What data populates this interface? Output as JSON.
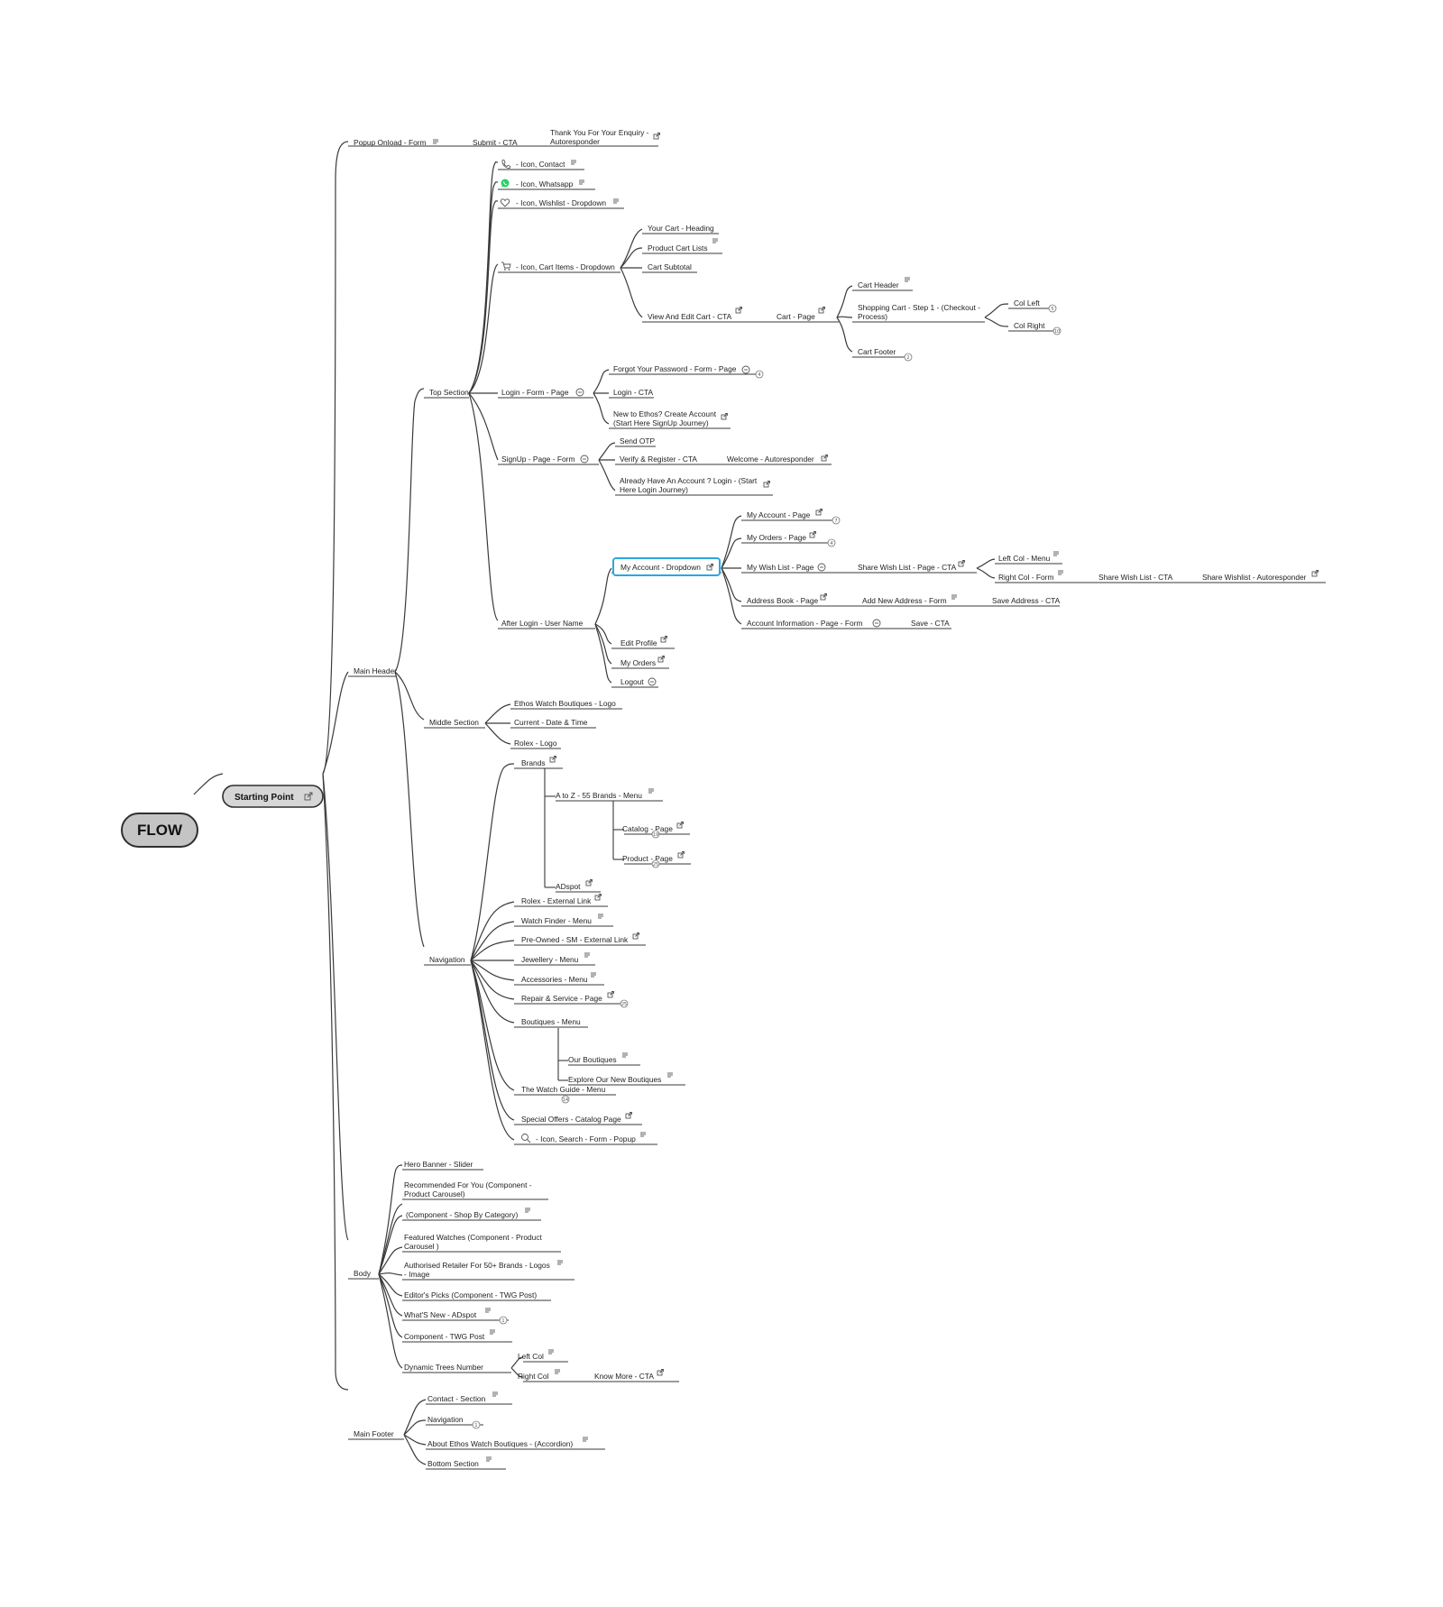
{
  "root": {
    "label": "FLOW"
  },
  "start": {
    "label": "Starting Point"
  },
  "nodes": {
    "popup": "Popup Onload - Form",
    "submit": "Submit - CTA",
    "thanks_1": "Thank You For Your Enquiry -",
    "thanks_2": "Autoresponder",
    "main_header": "Main Header",
    "top_section": "Top Section",
    "icon_contact": "- Icon, Contact",
    "icon_whatsapp": "- Icon, Whatsapp",
    "icon_wishlist": "- Icon, Wishlist - Dropdown",
    "icon_cart": "- Icon, Cart Items - Dropdown",
    "your_cart": "Your Cart - Heading",
    "product_cart": "Product Cart Lists",
    "cart_subtotal": "Cart Subtotal",
    "view_edit_cart": "View And Edit Cart - CTA",
    "cart_page": "Cart - Page",
    "cart_header": "Cart Header",
    "shopping_cart_1": "Shopping Cart - Step 1 - (Checkout -",
    "shopping_cart_2": "Process)",
    "col_left": "Col Left",
    "col_right": "Col Right",
    "cart_footer": "Cart Footer",
    "login_form": "Login - Form - Page",
    "forgot_pw": "Forgot Your Password - Form - Page",
    "login_cta": "Login - CTA",
    "new_ethos_1": "New to Ethos? Create Account",
    "new_ethos_2": "(Start Here SignUp Journey)",
    "signup": "SignUp - Page - Form",
    "send_otp": "Send OTP",
    "verify_register": "Verify & Register - CTA",
    "welcome": "Welcome - Autoresponder",
    "already_1": "Already Have An Account ? Login - (Start",
    "already_2": "Here Login Journey)",
    "after_login": "After Login - User Name",
    "my_account_dropdown": "My Account - Dropdown",
    "my_account_page": "My Account - Page",
    "my_orders_page": "My Orders - Page",
    "my_wish_list": "My Wish List - Page",
    "share_wish_list_page": "Share Wish List - Page - CTA",
    "left_col_menu": "Left Col - Menu",
    "right_col_form": "Right Col - Form",
    "share_wish_cta": "Share Wish List - CTA",
    "share_wish_auto": "Share Wishlist - Autoresponder",
    "address_book": "Address Book - Page",
    "add_new_address": "Add New Address - Form",
    "save_address": "Save Address - CTA",
    "account_info": "Account Information - Page - Form",
    "save_cta": "Save - CTA",
    "edit_profile": "Edit Profile",
    "my_orders": "My Orders",
    "logout": "Logout",
    "middle_section": "Middle Section",
    "ethos_logo": "Ethos Watch Boutiques - Logo",
    "date_time": "Current - Date & Time",
    "rolex_logo": "Rolex - Logo",
    "navigation": "Navigation",
    "brands": "Brands",
    "a_to_z": "A to Z - 55 Brands - Menu",
    "catalog_page": "Catalog - Page",
    "product_page": "Product - Page",
    "adspot": "ADspot",
    "rolex_ext": "Rolex - External Link",
    "watch_finder": "Watch Finder - Menu",
    "pre_owned": "Pre-Owned - SM - External Link",
    "jewellery": "Jewellery - Menu",
    "accessories": "Accessories - Menu",
    "repair": "Repair & Service - Page",
    "boutiques": "Boutiques - Menu",
    "our_boutiques": "Our Boutiques",
    "explore_boutiques": "Explore Our New Boutiques",
    "watch_guide": "The Watch Guide - Menu",
    "special_offers": "Special Offers - Catalog Page",
    "icon_search": "- Icon, Search - Form - Popup",
    "body": "Body",
    "hero": "Hero Banner - Slider",
    "recommended_1": "Recommended For You (Component -",
    "recommended_2": "Product Carousel)",
    "shop_by_cat": "(Component - Shop By Category)",
    "featured_1": "Featured Watches (Component  - Product",
    "featured_2": "Carousel )",
    "authorised_1": "Authorised Retailer For 50+ Brands - Logos",
    "authorised_2": "- Image",
    "editors": "Editor's Picks (Component  - TWG Post)",
    "whats_new": "What'S New - ADspot",
    "twg_post": "Component - TWG Post",
    "dynamic_trees": "Dynamic Trees Number",
    "left_col": "Left Col",
    "right_col": "Right Col",
    "know_more": "Know More - CTA",
    "main_footer": "Main Footer",
    "contact_section": "Contact - Section",
    "footer_nav": "Navigation",
    "about_ethos": "About Ethos Watch Boutiques - (Accordion)",
    "bottom_section": "Bottom Section"
  },
  "badges": {
    "col_left": "5",
    "col_right": "10",
    "cart_footer": "2",
    "forgot_pw": "4",
    "my_account_page": "7",
    "my_orders_page": "4",
    "catalog_page": "19",
    "product_page": "25",
    "repair": "25",
    "watch_guide": "14",
    "whats_new": "1",
    "footer_nav": "1"
  },
  "colors": {
    "highlight": "#29a8e0",
    "whatsapp": "#25d366",
    "root_fill": "#c4c4c4",
    "line": "#3a3a3a"
  },
  "icons": [
    "external-link-icon",
    "notes-icon",
    "collapse-icon",
    "phone-icon",
    "whatsapp-icon",
    "heart-icon",
    "cart-icon",
    "search-icon"
  ]
}
